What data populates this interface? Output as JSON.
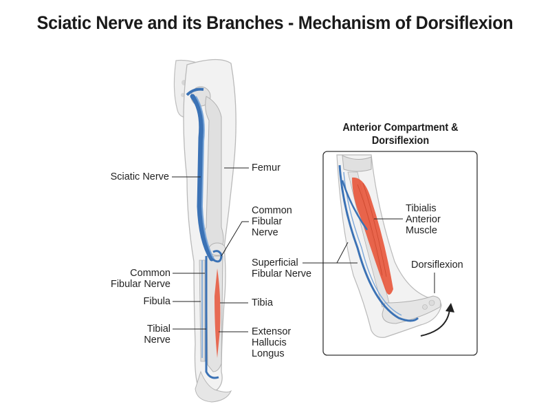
{
  "title": "Sciatic Nerve and its Branches - Mechanism of Dorsiflexion",
  "inset": {
    "title_line1": "Anterior Compartment &",
    "title_line2": "Dorsiflexion"
  },
  "labels": {
    "sciatic_nerve": "Sciatic Nerve",
    "femur": "Femur",
    "common_fibular_right_1": "Common",
    "common_fibular_right_2": "Fibular",
    "common_fibular_right_3": "Nerve",
    "common_fibular_left_1": "Common",
    "common_fibular_left_2": "Fibular Nerve",
    "fibula": "Fibula",
    "tibia": "Tibia",
    "tibial_nerve_1": "Tibial",
    "tibial_nerve_2": "Nerve",
    "ehl_1": "Extensor",
    "ehl_2": "Hallucis",
    "ehl_3": "Longus",
    "tibialis_1": "Tibialis",
    "tibialis_2": "Anterior",
    "tibialis_3": "Muscle",
    "superficial_1": "Superficial",
    "superficial_2": "Fibular Nerve",
    "dorsiflexion": "Dorsiflexion"
  },
  "colors": {
    "nerve": "#3b72b5",
    "nerve_light": "#7aa6d8",
    "muscle": "#e8553a",
    "bone": "#e4e4e4",
    "skin": "#f3f3f3",
    "outline": "#b8b8b8"
  }
}
